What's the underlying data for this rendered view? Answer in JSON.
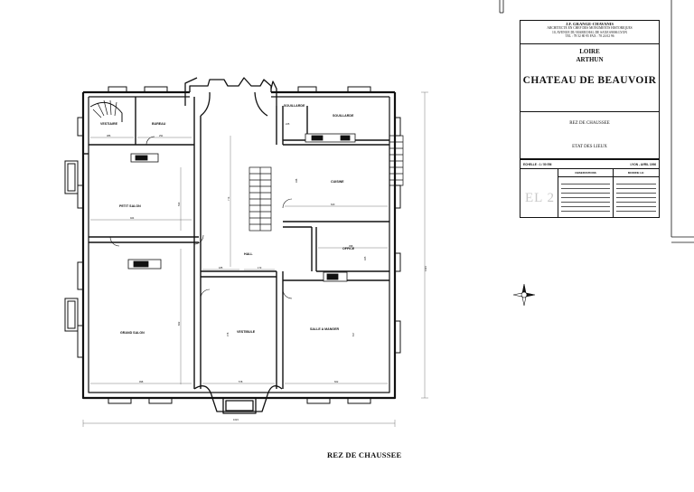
{
  "title_block": {
    "architect_name": "J.F. GRANGE-CHAVANIS",
    "architect_title": "ARCHITECTE EN CHEF DES MONUMENTS HISTORIQUES",
    "architect_address": "10, AVENUE DU MARECHAL DE SAXE 69006 LYON",
    "architect_phone": "TEL : 78 52 80 95  FAX : 78 24 02 96",
    "department": "LOIRE",
    "commune": "ARTHUN",
    "building": "CHATEAU DE BEAUVOIR",
    "level": "REZ DE CHAUSSEE",
    "drawing_type": "ETAT DES LIEUX",
    "scale": "ECHELLE : 1 / 50 EM",
    "date": "LYON - AVRIL 1996",
    "observations_header": "OBSERVATIONS",
    "revisions_header": "MODIFIE LE:",
    "sheet_stamp": "EL 2"
  },
  "plan": {
    "caption": "REZ DE CHAUSSEE",
    "rooms": {
      "vestiaire": "VESTIAIRE",
      "bureau": "BUREAU",
      "petit_salon": "PETIT SALON",
      "grand_salon": "GRAND SALON",
      "hall": "HALL",
      "vestibule": "VESTIBULE",
      "souillarde_1": "SOUILLARDE",
      "souillarde_2": "SOUILLARDE",
      "cuisine": "CUISINE",
      "office": "OFFICE",
      "salle_a_manger": "SALLE A MANGER"
    },
    "dimensions": {
      "overall_width": "1623",
      "overall_height": "1423",
      "d_vestiaire": "386",
      "d_bureau": "291",
      "d_petit_salon": "924",
      "d_grand_salon": "998",
      "d_vestibule": "578",
      "d_salle": "662",
      "d_cuisine": "620",
      "d_office": "398",
      "d_hall_a": "185",
      "d_hall_b": "173",
      "d_hall_v": "773",
      "d_petit_v": "530",
      "d_grand_v": "822",
      "d_vest_v": "376",
      "d_salle_v": "617",
      "d_cuisine_v": "346",
      "d_souill": "225",
      "d_office_v": "325"
    }
  }
}
